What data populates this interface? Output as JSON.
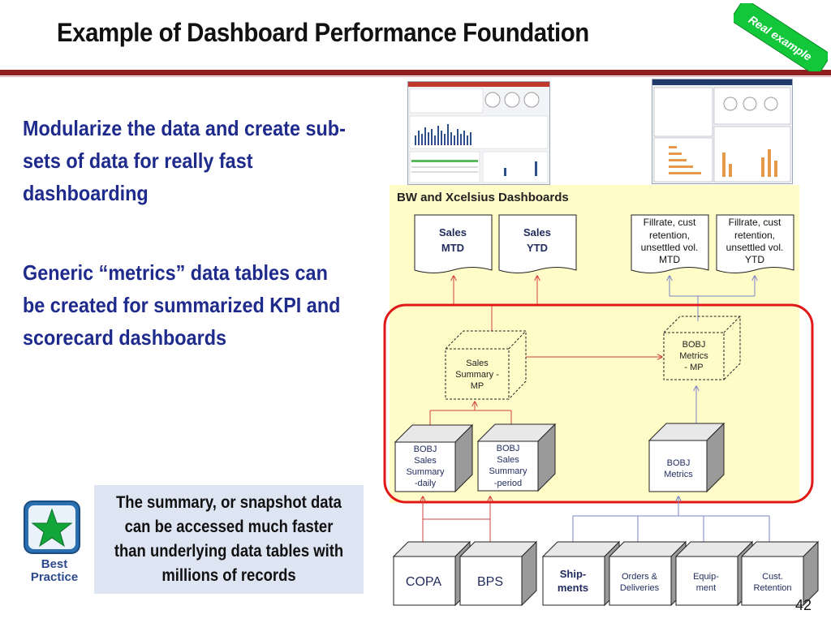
{
  "slide": {
    "title": "Example of Dashboard Performance Foundation",
    "badge": "Real example",
    "bullets": [
      "Modularize the data and create sub-sets of data for really fast dashboarding",
      "Generic “metrics” data tables can be created for summarized KPI and scorecard dashboards"
    ],
    "note": "The summary, or snapshot data can be accessed much faster than underlying data tables with millions of records",
    "best_practice": "Best Practice",
    "page_number": "42"
  },
  "diagram": {
    "panel_title": "BW and Xcelsius Dashboards",
    "documents": [
      {
        "line1": "Sales",
        "line2": "MTD"
      },
      {
        "line1": "Sales",
        "line2": "YTD"
      },
      {
        "line1": "Fillrate, cust",
        "line2": "retention,",
        "line3": "unsettled vol.",
        "line4": "MTD"
      },
      {
        "line1": "Fillrate, cust",
        "line2": "retention,",
        "line3": "unsettled vol.",
        "line4": "YTD"
      }
    ],
    "multiproviders": [
      {
        "line1": "Sales",
        "line2": "Summary -",
        "line3": "MP"
      },
      {
        "line1": "BOBJ",
        "line2": "Metrics",
        "line3": "- MP"
      }
    ],
    "summary_cubes": [
      {
        "line1": "BOBJ",
        "line2": "Sales",
        "line3": "Summary",
        "line4": "-daily"
      },
      {
        "line1": "BOBJ",
        "line2": "Sales",
        "line3": "Summary",
        "line4": "-period"
      },
      {
        "line1": "BOBJ",
        "line2": "Metrics"
      }
    ],
    "source_cubes": [
      {
        "line1": "COPA"
      },
      {
        "line1": "BPS"
      },
      {
        "line1": "Ship-",
        "line2": "ments"
      },
      {
        "line1": "Orders &",
        "line2": "Deliveries"
      },
      {
        "line1": "Equip-",
        "line2": "ment"
      },
      {
        "line1": "Cust.",
        "line2": "Retention"
      }
    ]
  }
}
